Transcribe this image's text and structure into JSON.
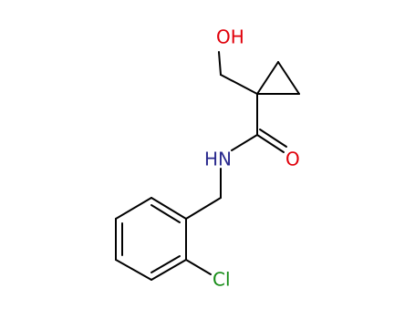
{
  "atoms": {
    "hydroxyl": "OH",
    "amide_nitrogen": "HN",
    "carbonyl_oxygen": "O",
    "chlorine": "Cl"
  },
  "colors": {
    "bond": "#000000",
    "oxygen": "#e0000a",
    "nitrogen": "#2a2a8e",
    "chlorine": "#168c16",
    "background": "#ffffff"
  }
}
